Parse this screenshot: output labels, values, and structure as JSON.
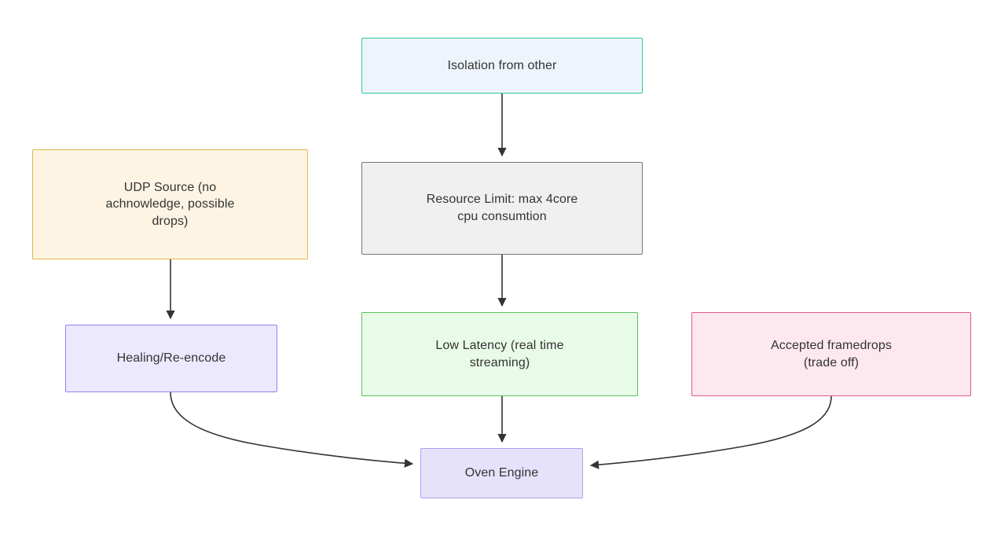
{
  "diagram": {
    "type": "flowchart",
    "background": "#ffffff",
    "text_color": "#333333",
    "edge_color": "#333333",
    "nodes": [
      {
        "id": "isolation",
        "label": "Isolation from other",
        "fill": "#eef4fc",
        "stroke": "#2ecc9a"
      },
      {
        "id": "udp_source",
        "label": "UDP Source (no\nachnowledge, possible\ndrops)",
        "fill": "#fdf4e3",
        "stroke": "#e0b949"
      },
      {
        "id": "resource_limit",
        "label": "Resource Limit: max 4core\ncpu consumtion",
        "fill": "#f0f0f0",
        "stroke": "#777777"
      },
      {
        "id": "low_latency",
        "label": "Low Latency (real time\nstreaming)",
        "fill": "#e8fbe8",
        "stroke": "#5bc25b"
      },
      {
        "id": "healing",
        "label": "Healing/Re-encode",
        "fill": "#ece8fd",
        "stroke": "#9c7ef0"
      },
      {
        "id": "framedrops",
        "label": "Accepted framedrops\n(trade off)",
        "fill": "#fde8f0",
        "stroke": "#e3568a"
      },
      {
        "id": "oven_engine",
        "label": "Oven Engine",
        "fill": "#e6e2fb",
        "stroke": "#b39ef2"
      }
    ],
    "edges": [
      {
        "id": "isolation-to-resource-limit",
        "from": "isolation",
        "to": "resource_limit",
        "style": "straight-vertical"
      },
      {
        "id": "resource-limit-to-low-latency",
        "from": "resource_limit",
        "to": "low_latency",
        "style": "straight-vertical"
      },
      {
        "id": "udp-source-to-healing",
        "from": "udp_source",
        "to": "healing",
        "style": "straight-vertical"
      },
      {
        "id": "low-latency-to-oven-engine",
        "from": "low_latency",
        "to": "oven_engine",
        "style": "straight-vertical"
      },
      {
        "id": "healing-to-oven-engine",
        "from": "healing",
        "to": "oven_engine",
        "style": "curve"
      },
      {
        "id": "framedrops-to-oven-engine",
        "from": "framedrops",
        "to": "oven_engine",
        "style": "curve"
      }
    ]
  }
}
